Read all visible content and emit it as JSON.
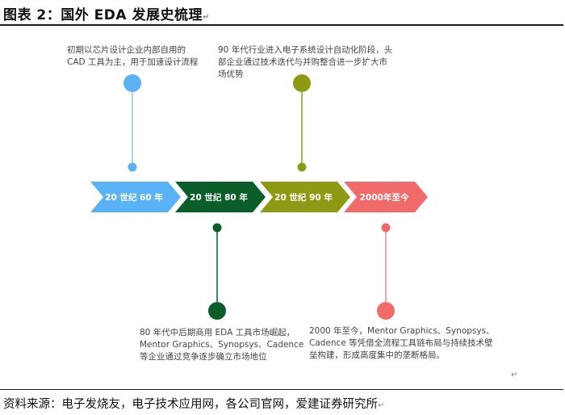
{
  "title": "图表 2：国外 EDA 发展史梳理",
  "source": "资料来源：电子发烧友，电子技术应用网，各公司官网，爱建证券研究所",
  "return_mark": "↵",
  "eras": [
    {
      "label": "20 世纪 60 年",
      "color": "#5AB2F7",
      "stem_color": "#8DC6F5",
      "note": "初期以芯片设计企业内部自用的 CAD 工具为主，用于加速设计流程"
    },
    {
      "label": "20 世纪 80 年",
      "color": "#0B5E2A",
      "stem_color": "#0B5E2A",
      "note": "80 年代中后期商用 EDA 工具市场崛起，Mentor Graphics、Synopsys、Cadence等企业通过竞争逐步确立市场地位"
    },
    {
      "label": "20 世纪 90 年",
      "color": "#8F9A14",
      "stem_color": "#8F9A14",
      "note": "90 年代行业进入电子系统设计自动化阶段，头部企业通过技术迭代与并购整合进一步扩大市场优势"
    },
    {
      "label": "2000年至今",
      "color": "#F26B6B",
      "stem_color": "#F28C8C",
      "note": "2000 年至今，Mentor Graphics、Synopsys、Cadence 等凭借全流程工具链布局与持续技术壁垒构建，形成高度集中的垄断格局。"
    }
  ]
}
